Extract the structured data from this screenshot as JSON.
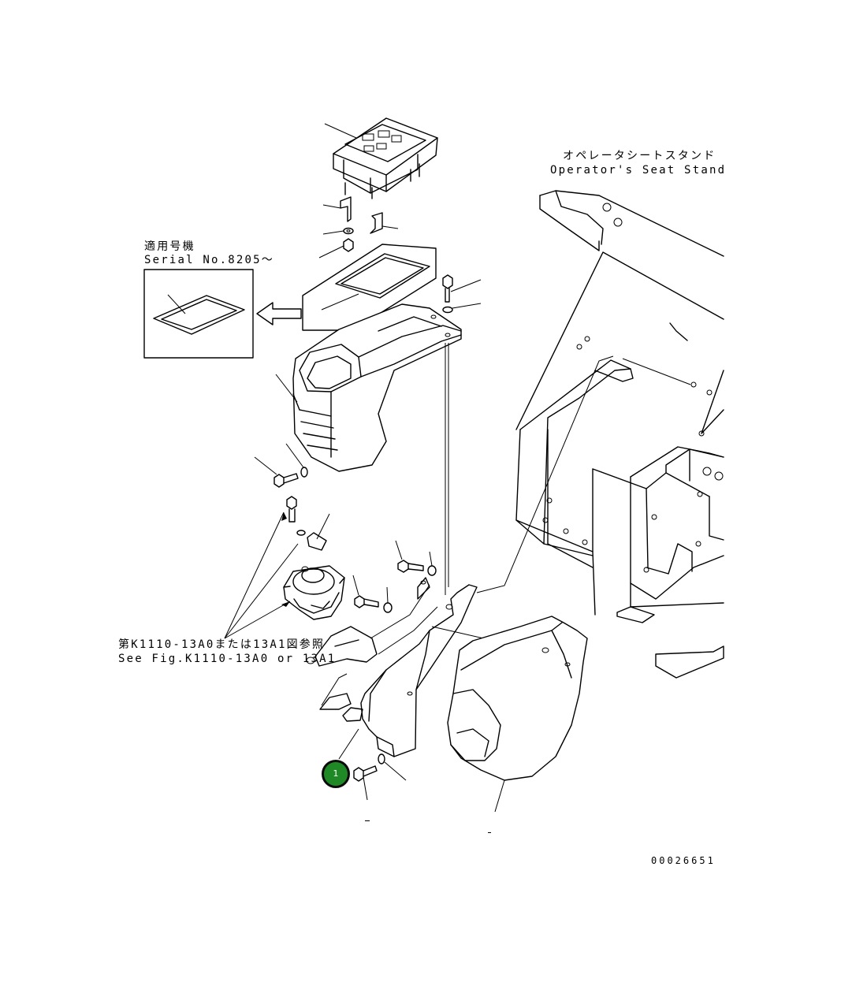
{
  "labels": {
    "seat_stand_jp": "オペレータシートスタンド",
    "seat_stand_en": "Operator's Seat Stand",
    "serial_jp": "適用号機",
    "serial_en": "Serial No.8205～",
    "ref_jp": "第K1110-13A0または13A1図参照",
    "ref_en": "See Fig.K1110-13A0 or 13A1",
    "drawing_number": "00026651"
  },
  "callouts": [
    {
      "label": "1",
      "color": "#1f8a25"
    }
  ],
  "colors": {
    "line": "#000000",
    "background": "#ffffff",
    "callout_fill": "#1f8a25"
  }
}
